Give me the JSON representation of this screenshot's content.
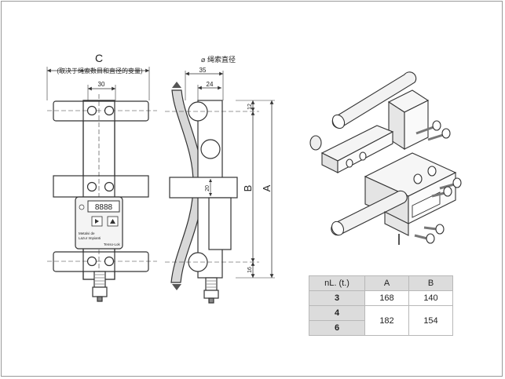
{
  "dimensions": {
    "c_label": "C",
    "c_note": "(取决于绳索数目和直径的变量)",
    "width_30": "30",
    "rope_diameter": "⌀ 绳索直径",
    "width_35": "35",
    "width_24": "24",
    "gap_12": "12",
    "gap_20": "20",
    "gap_16": "16",
    "b_label": "B",
    "a_label": "A"
  },
  "display": {
    "digits": "8888",
    "brand_line1": "Metalvi de",
    "brand_line2": "Lazur Impianti",
    "brand_line3": "Tenso-Lok"
  },
  "table": {
    "headers": [
      "nL. (t.)",
      "A",
      "B"
    ],
    "rows": [
      {
        "load": "3",
        "a": "168",
        "b": "140"
      },
      {
        "load": "4",
        "a": "182",
        "b": "154"
      },
      {
        "load": "6",
        "a": "",
        "b": ""
      }
    ]
  },
  "colors": {
    "line": "#333333",
    "fill_light": "#ffffff",
    "fill_grey": "#e6e6e6",
    "header_grey": "#dcdcdc"
  }
}
